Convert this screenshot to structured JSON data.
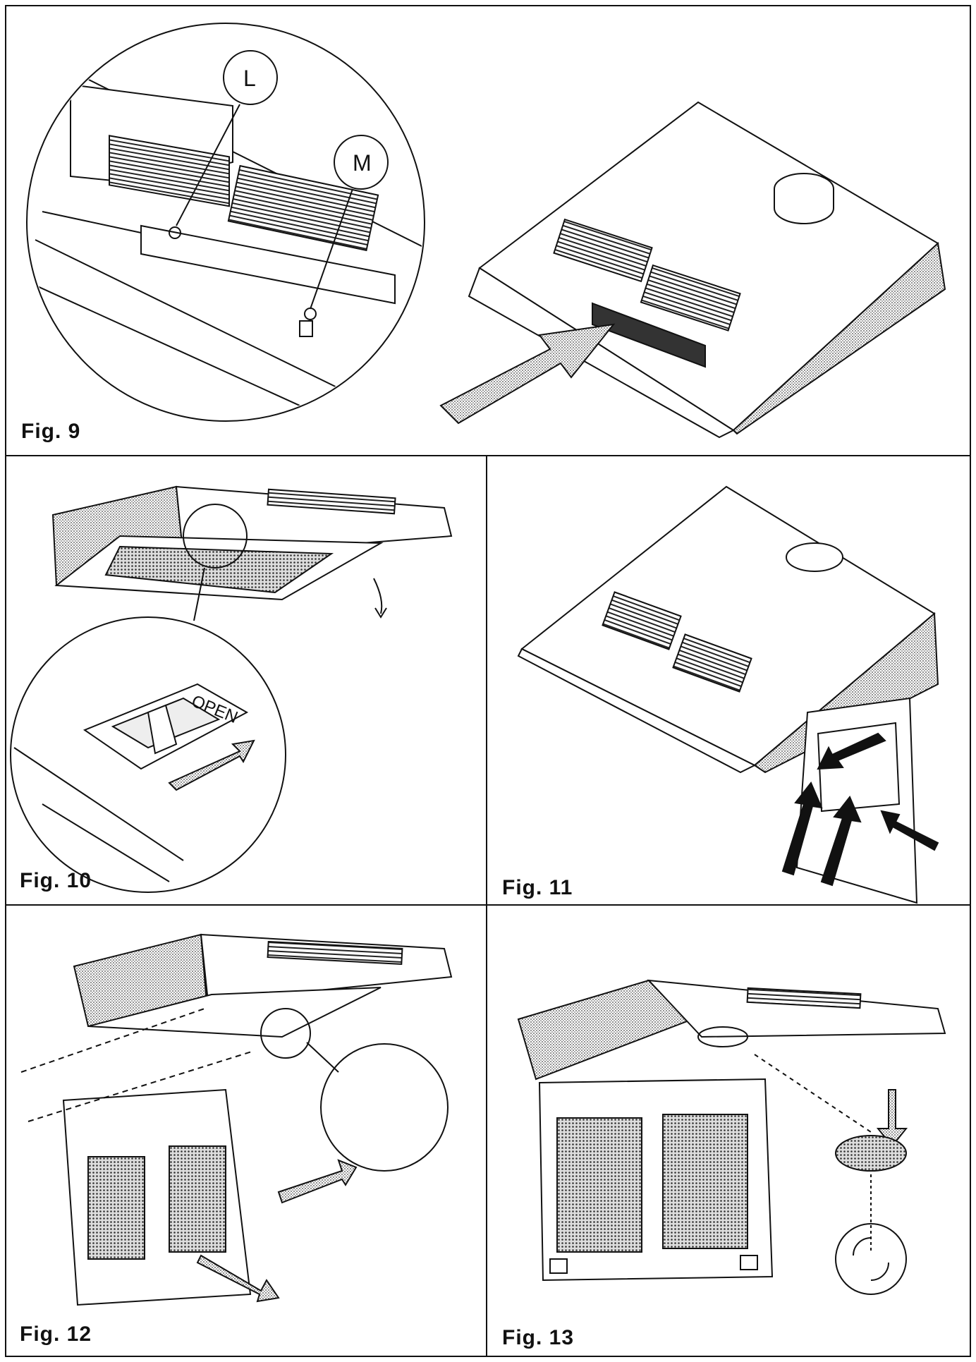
{
  "figures": [
    {
      "id": "fig9",
      "label": "Fig. 9",
      "callouts": [
        "L",
        "M"
      ]
    },
    {
      "id": "fig10",
      "label": "Fig. 10",
      "button_text": "OPEN"
    },
    {
      "id": "fig11",
      "label": "Fig. 11"
    },
    {
      "id": "fig12",
      "label": "Fig. 12"
    },
    {
      "id": "fig13",
      "label": "Fig. 13"
    }
  ],
  "colors": {
    "ink": "#111111",
    "stipple": "#9a9a9a",
    "paper": "#ffffff"
  },
  "icons": [
    "hood-drawing",
    "magnifier-circle",
    "arrow",
    "grease-filter",
    "carbon-filter",
    "rotate-arrows"
  ]
}
